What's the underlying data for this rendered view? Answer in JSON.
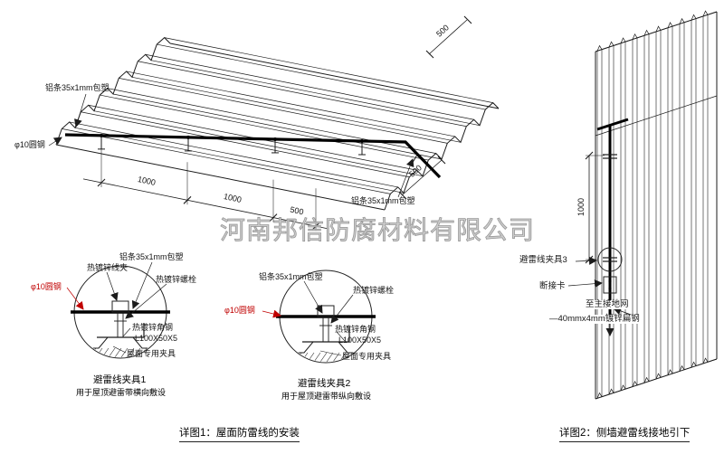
{
  "watermark": "河南邦信防腐材料有限公司",
  "roof_detail": {
    "caption": "详图1：屋面防雷线的安装",
    "labels": {
      "strip_top": "铝条35x1mm包塑",
      "strip_right": "铝条35x1mm包塑",
      "round_steel": "φ10圆钢"
    },
    "dims": {
      "span1": "1000",
      "span2": "1000",
      "span3": "500",
      "edge_right": "500",
      "edge_back": "500"
    },
    "clamp1": {
      "title": "避雷线夹具1",
      "subtitle": "用于屋顶避雷带横向敷设",
      "labels": {
        "wire_clip": "热镀锌线夹",
        "strip": "铝条35x1mm包塑",
        "bolt": "热镀锌螺栓",
        "round_steel": "φ10圆钢",
        "angle_line1": "热镀锌角钢",
        "angle_line2": "L100X50X5",
        "roof_clamp": "屋面专用夹具"
      }
    },
    "clamp2": {
      "title": "避雷线夹具2",
      "subtitle": "用于屋顶避雷带纵向敷设",
      "labels": {
        "strip": "铝条35x1mm包塑",
        "bolt": "热镀锌螺栓",
        "round_steel": "φ10圆钢",
        "angle_line1": "热镀锌角钢",
        "angle_line2": "L100X50X5",
        "roof_clamp": "屋面专用夹具"
      }
    }
  },
  "wall_detail": {
    "caption": "详图2：侧墙避雷线接地引下",
    "dim": "1000",
    "labels": {
      "clamp3": "避雷线夹具3",
      "disconnect": "断接卡",
      "to_ground": "至主接地网",
      "flat_steel": "—40mmx4mm镀锌扁钢"
    }
  }
}
